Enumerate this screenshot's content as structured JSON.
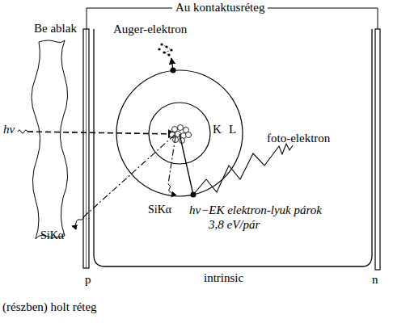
{
  "diagram": {
    "labels": [
      "Au kontaktusréteg",
      "Be ablak",
      "hν",
      "Auger-elektron",
      "K",
      "L",
      "foto-elektron",
      "SiKα",
      "SiKα",
      "hν−EK elektron-lyuk párok",
      "3,8 eV/pár",
      "p",
      "intrinsic",
      "n",
      "(részben) holt réteg"
    ]
  }
}
